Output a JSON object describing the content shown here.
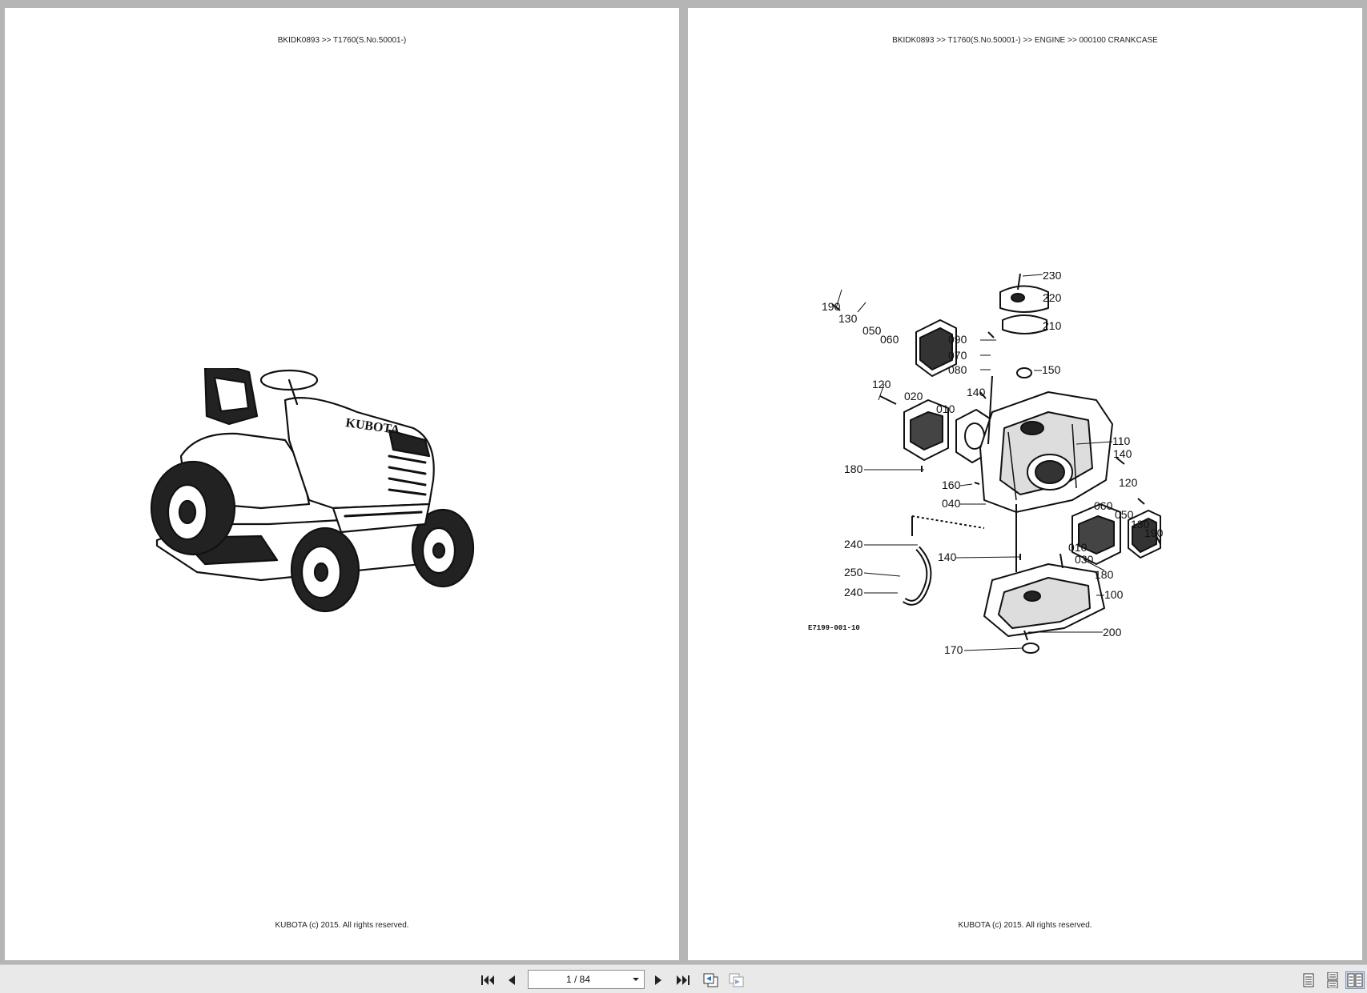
{
  "pages": {
    "left": {
      "header": "BKIDK0893 >> T1760(S.No.50001-)",
      "footer": "KUBOTA (c) 2015. All rights reserved.",
      "illustration": {
        "brand_text": "KUBOTA"
      }
    },
    "right": {
      "header": "BKIDK0893 >> T1760(S.No.50001-) >> ENGINE >> 000100   CRANKCASE",
      "footer": "KUBOTA (c) 2015. All rights reserved.",
      "diagram": {
        "figure_code": "E7199-001-10",
        "labels": [
          "230",
          "220",
          "210",
          "190",
          "130",
          "050",
          "060",
          "090",
          "070",
          "080",
          "150",
          "120",
          "140",
          "020",
          "010",
          "110",
          "140",
          "180",
          "160",
          "040",
          "120",
          "060",
          "050",
          "130",
          "190",
          "240",
          "010",
          "030",
          "140",
          "180",
          "250",
          "240",
          "100",
          "200",
          "170"
        ]
      }
    }
  },
  "toolbar": {
    "page_indicator": "1 / 84",
    "icons": [
      "first-page-icon",
      "previous-page-icon",
      "next-page-icon",
      "last-page-icon",
      "go-back-icon",
      "go-forward-icon",
      "single-page-view-icon",
      "continuous-view-icon",
      "facing-pages-view-icon"
    ]
  }
}
